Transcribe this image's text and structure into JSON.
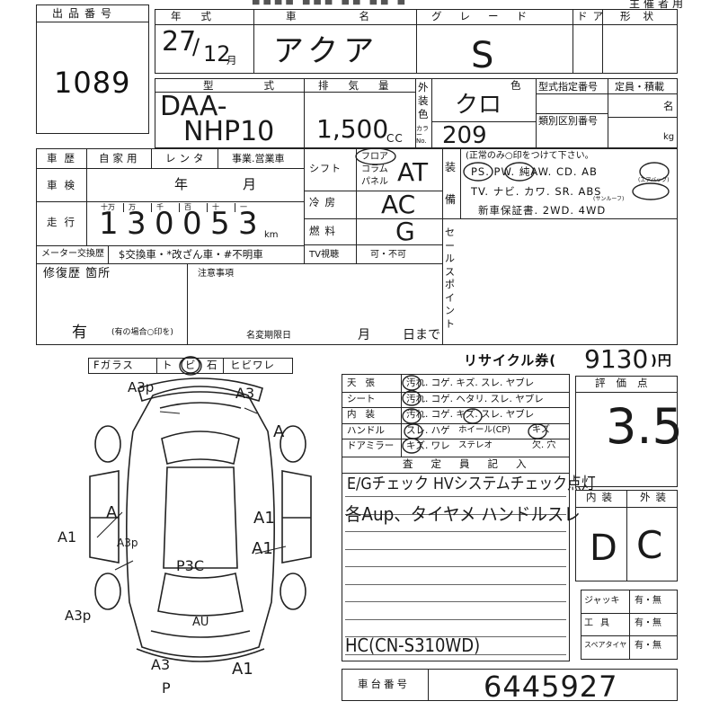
{
  "header": {
    "lot_label": "出品番号",
    "lot_number": "1089",
    "top_right": "主催者用",
    "year_label": "年式",
    "car_label": "車名",
    "grade_label": "グレード",
    "door_label": "ドア",
    "shape_label": "形状"
  },
  "vehicle": {
    "year_hand": "27",
    "month_hand": "12",
    "month_suffix": "月",
    "name_hand": "アクア",
    "grade_hand": "S",
    "model_label": "型式",
    "model_hand_1": "DAA-",
    "model_hand_2": "NHP10",
    "displacement_label": "排気量",
    "displacement_hand": "1,500",
    "displacement_unit": "CC",
    "exterior_color_label_1": "外",
    "exterior_color_label_2": "装",
    "exterior_color_label_3": "色",
    "color_label": "色",
    "color_hand": "クロ",
    "color_no_label": "カラーNo.",
    "color_no_hand": "209",
    "type_code_label": "型式指定番号",
    "category_label": "類別区別番号",
    "capacity_label": "定員・積載",
    "capacity_unit_people": "名",
    "capacity_unit_kg": "kg"
  },
  "history": {
    "history_label": "車歴",
    "opt_private": "自家用",
    "opt_rental": "レンタ",
    "opt_business": "事業.営業車",
    "inspection_label": "車検",
    "inspection_year": "年",
    "inspection_month": "月",
    "mileage_label": "走行",
    "mileage_units": [
      "十万",
      "万",
      "千",
      "百",
      "十",
      "一"
    ],
    "mileage_digits": [
      "1",
      "3",
      "0",
      "0",
      "5",
      "3"
    ],
    "mileage_unit": "km",
    "meter_label": "メーター交換歴",
    "meter_options": "$交換車・*改ざん車・#不明車"
  },
  "specs": {
    "shift_label": "シフト",
    "shift_floor": "フロア",
    "shift_column": "コラム",
    "shift_panel": "パネル",
    "shift_hand": "AT",
    "ac_label": "冷房",
    "ac_hand": "AC",
    "fuel_label": "燃料",
    "fuel_hand": "G",
    "tv_label": "TV視聴",
    "tv_value": "可・不可"
  },
  "equipment": {
    "label": "装備",
    "note": "(正常のみ○印をつけて下さい。",
    "line1": "PS. PW. 純AW. CD. AB",
    "airbag_note": "(エアバッグ)",
    "line2": "TV. ナビ. カワ. SR. ABS",
    "sunroof_note": "(サンルーフ)",
    "line3": "新車保証書. 2WD. 4WD"
  },
  "sales_point": {
    "label": "セールスポイント"
  },
  "repair": {
    "label": "修復歴 箇所",
    "has": "有",
    "note": "(有の場合○印を)",
    "caution_label": "注意事項",
    "name_change_label": "名変期限日",
    "month": "月",
    "day_until": "日まで"
  },
  "glass": {
    "front_label": "Fガラス",
    "options": [
      "ト",
      "ビ",
      "石",
      "ヒビワレ"
    ]
  },
  "recycle": {
    "label": "リサイクル券(",
    "amount_hand": "9130",
    "unit": ")円"
  },
  "condition_rows": [
    {
      "label": "天張",
      "options": "汚れ. コゲ. キズ. スレ. ヤブレ"
    },
    {
      "label": "シート",
      "options": "汚れ. コゲ. ヘタリ. スレ. ヤブレ"
    },
    {
      "label": "内装",
      "options": "汚れ. コゲ. キズ. スレ. ヤブレ"
    },
    {
      "label": "ハンドル",
      "options": "スレ. ハゲ",
      "extra_1": "ホイール(CP)",
      "extra_2": "キズ"
    },
    {
      "label": "ドアミラー",
      "options": "キズ. ワレ",
      "extra_1": "ステレオ",
      "extra_2": "欠. 穴"
    }
  ],
  "inspector": {
    "label": "査定員記入",
    "line1_hand": "E/Gチェック HVシステムチェック点灯",
    "line2_hand": "各Aup、タイヤメ ハンドルスレ",
    "line3_hand": "HC(CN-S310WD)"
  },
  "score": {
    "label": "評価点",
    "value_hand": "3.5",
    "interior_label": "内装",
    "exterior_label": "外装",
    "interior_hand": "D",
    "exterior_hand": "C"
  },
  "accessories": [
    {
      "label": "ジャッキ",
      "value": "有・無"
    },
    {
      "label": "工具",
      "value": "有・無"
    },
    {
      "label": "スペアタイヤ",
      "value": "有・無"
    }
  ],
  "chassis": {
    "label": "車台番号",
    "number_hand": "6445927"
  },
  "diagram_marks": {
    "a3p_top": "A3p",
    "a3_top": "A3",
    "a_right": "A",
    "a1_left": "A1",
    "a1_right": "A1",
    "a3_left_back": "A3p",
    "a_left": "A",
    "a1_right2": "A1",
    "p3c": "P3C",
    "a3p_bottom": "A3p",
    "au": "AU",
    "a3_bottom": "A3",
    "a1_bottom": "A1",
    "p_bottom": "P"
  }
}
